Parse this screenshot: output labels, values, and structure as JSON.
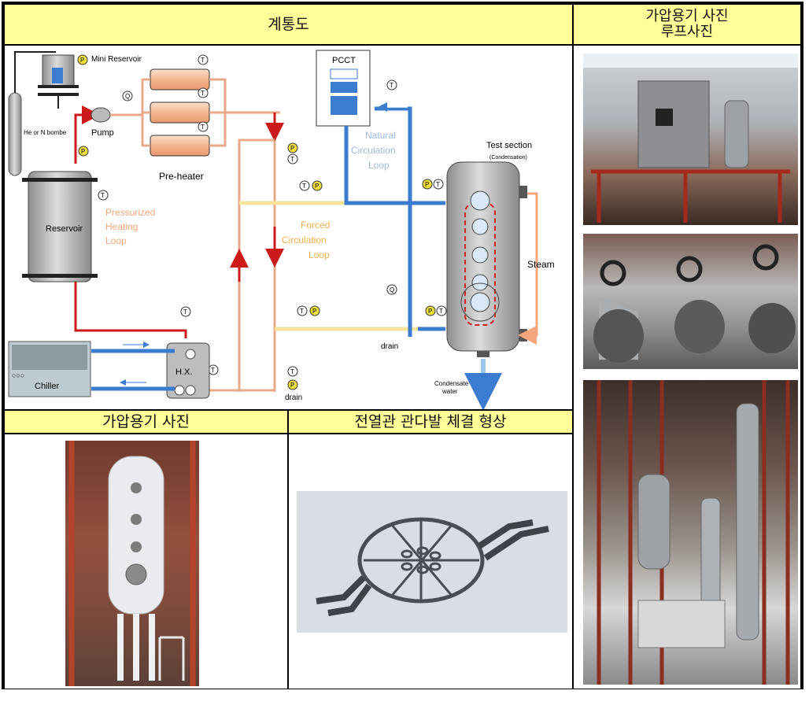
{
  "headers": {
    "schematic": "계통도",
    "right_photo": "가압용기 사진\n루프사진",
    "vessel_photo": "가압용기 사진",
    "tube_shape": "전열관 관다발 체결 형상"
  },
  "diagram": {
    "mini_reservoir": "Mini\nReservoir",
    "he_bombe": "He or N\nbombe",
    "pump": "Pump",
    "pre_heater": "Pre-heater",
    "reservoir": "Reservoir",
    "pressurized_loop": "Pressurized\nHeating\nLoop",
    "pcct": "PCCT",
    "natural_loop": "Natural\nCirculation\nLoop",
    "forced_loop": "Forced\nCirculation\nLoop",
    "test_section": "Test section",
    "condensation": "(Condensation)",
    "steam": "Steam",
    "drain": "drain",
    "condensate": "Condensate\nwater",
    "hx": "H.X.",
    "chiller": "Chiller",
    "chiller_dots": "○○○",
    "gauge_t": "T",
    "gauge_p": "P",
    "gauge_q": "Q"
  }
}
